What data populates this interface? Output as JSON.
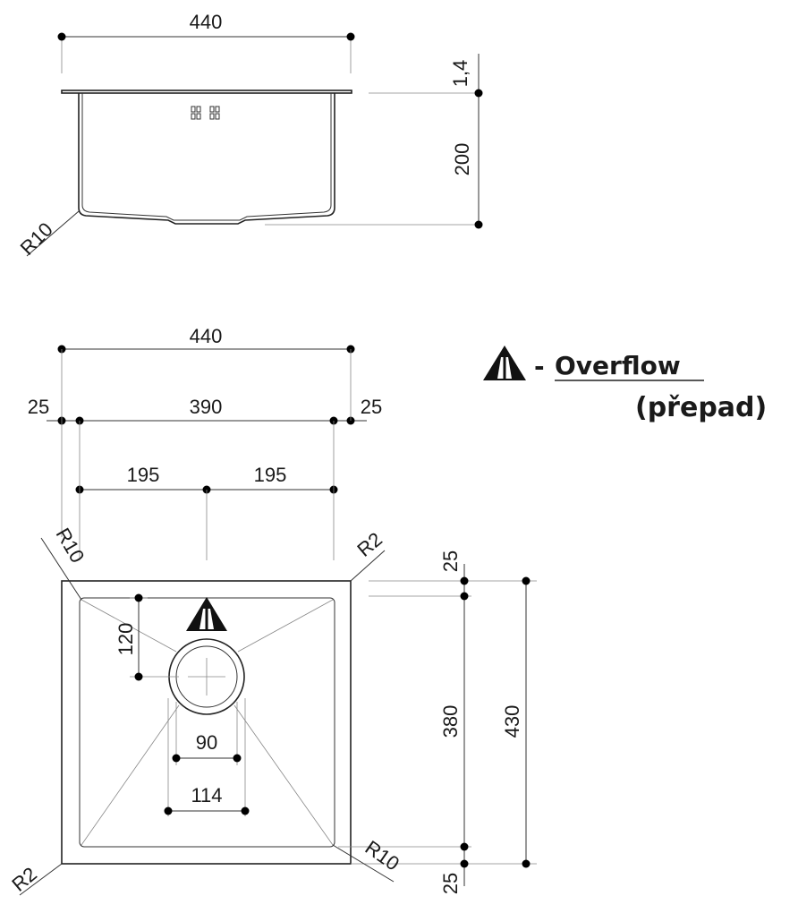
{
  "side_view": {
    "width": "440",
    "thickness": "1,4",
    "depth": "200",
    "radius": "R10",
    "overflow_slots": "00 00"
  },
  "top_view": {
    "overall_width": "440",
    "left_margin": "25",
    "inner_width": "390",
    "right_margin": "25",
    "half_left": "195",
    "half_right": "195",
    "drain_offset": "120",
    "drain_inner": "90",
    "drain_outer": "114",
    "top_margin": "25",
    "inner_depth": "380",
    "overall_depth": "430",
    "bottom_margin": "25",
    "radius_inner_tl": "R10",
    "radius_outer_tr": "R2",
    "radius_inner_br": "R10",
    "radius_outer_bl": "R2"
  },
  "legend": {
    "dash": "-",
    "term": "Overflow",
    "translation": "(přepad)"
  }
}
